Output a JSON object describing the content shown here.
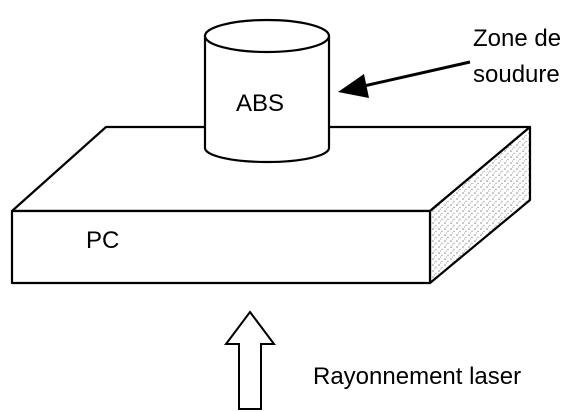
{
  "labels": {
    "cylinder": "ABS",
    "plate": "PC",
    "weld_zone_line1": "Zone de",
    "weld_zone_line2": "soudure",
    "laser": "Rayonnement laser"
  },
  "colors": {
    "stroke": "#000000",
    "fill": "#ffffff",
    "side_shading": "#cfcfcf"
  }
}
